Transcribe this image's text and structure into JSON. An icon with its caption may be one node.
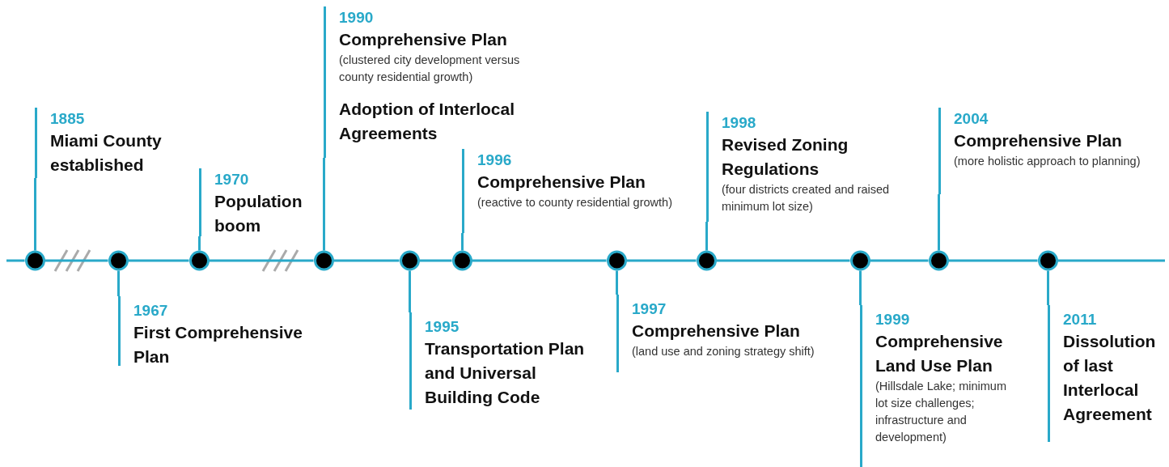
{
  "diagram": {
    "nodes": [
      {
        "text": [],
        "shape": "circle"
      },
      {
        "text": [],
        "shape": "circle"
      },
      {
        "text": [],
        "shape": "circle"
      },
      {
        "text": [],
        "shape": "circle"
      },
      {
        "text": [],
        "shape": "circle"
      },
      {
        "text": [],
        "shape": "circle"
      },
      {
        "text": [],
        "shape": "circle"
      },
      {
        "text": [],
        "shape": "circle"
      },
      {
        "text": [],
        "shape": "circle"
      },
      {
        "text": [],
        "shape": "circle"
      },
      {
        "text": [],
        "shape": "circle"
      },
      {
        "text": [
          "1885",
          "Miami County established"
        ]
      },
      {
        "text": [
          "1967",
          "First Comprehensive Plan"
        ]
      },
      {
        "text": [
          "1970",
          "Population boom"
        ]
      },
      {
        "text": [
          "1990",
          "Comprehensive Plan",
          "(clustered city development versus county residential growth)",
          "Adoption of Interlocal Agreements"
        ]
      },
      {
        "text": [
          "1995",
          "Transportation Plan and Universal Building Code"
        ]
      },
      {
        "text": [
          "1996",
          "Comprehensive Plan",
          "(reactive to county residential growth)"
        ]
      },
      {
        "text": [
          "1997",
          "Comprehensive Plan",
          "(land use and zoning strategy shift)"
        ]
      },
      {
        "text": [
          "1998",
          "Revised Zoning Regulations",
          "(four districts created and raised minimum lot size)"
        ]
      },
      {
        "text": [
          "1999",
          "Comprehensive Land Use Plan",
          "(Hillsdale Lake; minimum lot size challenges; infrastructure and development)"
        ]
      },
      {
        "text": [
          "2004",
          "Comprehensive Plan",
          "(more holistic approach to planning)"
        ]
      },
      {
        "text": [
          "2011",
          "Dissolution of last Interlocal Agreement"
        ]
      }
    ],
    "edges": [
      {
        "from": null,
        "to": 0,
        "arrow": "none"
      },
      {
        "from": 0,
        "to": 1,
        "arrow": "none"
      },
      {
        "from": 1,
        "to": 2,
        "arrow": "none"
      },
      {
        "from": 2,
        "to": 3,
        "arrow": "none"
      },
      {
        "from": 3,
        "to": 4,
        "arrow": "none"
      },
      {
        "from": 4,
        "to": 5,
        "arrow": "none"
      },
      {
        "from": 5,
        "to": 6,
        "arrow": "none"
      },
      {
        "from": 6,
        "to": 7,
        "arrow": "none"
      },
      {
        "from": 7,
        "to": 8,
        "arrow": "none"
      },
      {
        "from": 8,
        "to": 9,
        "arrow": "none"
      },
      {
        "from": 9,
        "to": 10,
        "arrow": "none"
      },
      {
        "from": 10,
        "to": null,
        "arrow": "none"
      },
      {
        "from": 0,
        "to": 11,
        "arrow": "none"
      },
      {
        "from": 1,
        "to": 12,
        "arrow": "none"
      },
      {
        "from": 2,
        "to": 13,
        "arrow": "none"
      },
      {
        "from": 3,
        "to": 14,
        "arrow": "none"
      },
      {
        "from": 4,
        "to": 15,
        "arrow": "none"
      },
      {
        "from": 5,
        "to": 16,
        "arrow": "none"
      },
      {
        "from": 6,
        "to": 17,
        "arrow": "none"
      },
      {
        "from": 7,
        "to": 18,
        "arrow": "none"
      },
      {
        "from": 8,
        "to": 19,
        "arrow": "none"
      },
      {
        "from": 9,
        "to": 20,
        "arrow": "none"
      },
      {
        "from": 10,
        "to": 21,
        "arrow": "none"
      }
    ]
  }
}
